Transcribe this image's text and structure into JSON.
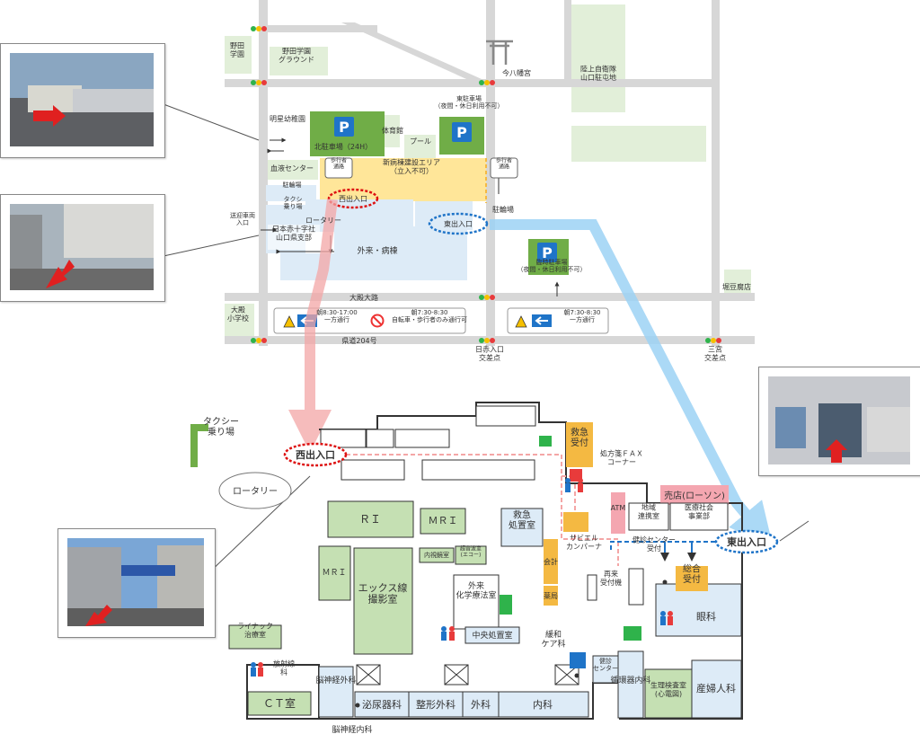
{
  "area_map": {
    "labels": {
      "noda_gakuen": "野田\n学園",
      "noda_ground": "野田学園\nグラウンド",
      "imahachimangu": "今八幡宮",
      "jsdf": "陸上自衛隊\n山口駐屯地",
      "east_parking": "東駐車場\n（夜間・休日利用不可）",
      "north_parking": "北駐車場（24H）",
      "myosei": "明星幼稚園",
      "gym": "体育館",
      "pool": "プール",
      "blood_center": "血液センター",
      "bike_parking": "駐輪場",
      "bike_parking2": "駐輪場",
      "construction": "新病棟建設エリア\n（立入不可）",
      "ped_path_left": "歩行者\n通路",
      "ped_path_right": "歩行者\n通路",
      "west_entrance": "西出入口",
      "east_entrance": "東出入口",
      "taxi_area": "タクシ\n乗り場",
      "rotary": "ロータリー",
      "pickup_entrance": "送迎車両\n入口",
      "red_cross_branch": "日本赤十字社\n山口県支部",
      "outpatient": "外来・病棟",
      "temp_parking": "臨時駐車場\n（夜間・休日利用不可）",
      "horitofu": "堀豆腐店",
      "ozono_road": "大殿大路",
      "ozono_school": "大殿\n小学校",
      "oneway_1": "朝8:30-17:00\n一方通行",
      "no_entry": "朝7:30-8:30\n自転車・歩行者のみ通行可",
      "oneway_2": "朝7:30-8:30\n一方通行",
      "route204": "県道204号",
      "nisseki_entrance": "日赤入口\n交差点",
      "sannomiya": "三宮\n交差点",
      "parking_sign": "P"
    }
  },
  "floor_plan": {
    "labels": {
      "taxi": "タクシー\n乗り場",
      "west_entrance": "西出入口",
      "east_entrance": "東出入口",
      "rotary": "ロータリー",
      "emergency_reception": "救急\n受付",
      "prescription_fax": "処方箋ＦＡＸ\nコーナー",
      "shop": "売店(ローソン)",
      "atm": "ATM",
      "regional": "地域\n連携室",
      "medical_social": "医療社会\n事業部",
      "ri": "ＲＩ",
      "mri_small": "ＭＲＩ",
      "mri_vertical": "ＭＲＩ",
      "emergency_room": "救急\n処置室",
      "accounting": "会計",
      "pharmacy": "薬局",
      "endoscopy": "内視鏡室",
      "ultrasound": "超音波室\n(エコー)",
      "chemo": "外来\n化学療法室",
      "xray": "エックス線\n撮影室",
      "central_treatment": "中央処置室",
      "sabiel": "サビエル\nカンパーナ",
      "checkup_reception": "健診センター\n受付",
      "revisit_machine": "再来\n受付機",
      "general_reception": "総合\n受付",
      "ophthalmology": "眼科",
      "palliative": "緩和\nケア科",
      "linac": "ライナック\n治療室",
      "radiotherapy": "放射線\n科",
      "ct": "ＣＴ室",
      "neurosurgery": "脳神経外科",
      "urology": "泌尿器科",
      "orthopedics": "整形外科",
      "surgery": "外科",
      "internal": "内科",
      "checkup_center": "健診\nセンター",
      "cardiology": "循環器内科",
      "physiology": "生理検査室\n(心電図)",
      "obstetrics": "産婦人科",
      "neurology": "脳神経内科"
    }
  },
  "colors": {
    "road": "#d7d7d7",
    "green_area": "#e2efd9",
    "parking_green": "#70ad47",
    "building_blue": "#ddebf7",
    "building_blue_dark": "#bdd7ee",
    "construction_yellow": "#ffe699",
    "room_green": "#c5e0b3",
    "orange": "#f4b942",
    "pink": "#f4a6b0",
    "route_red": "#f4a6a6",
    "route_blue": "#9dd3f5"
  }
}
